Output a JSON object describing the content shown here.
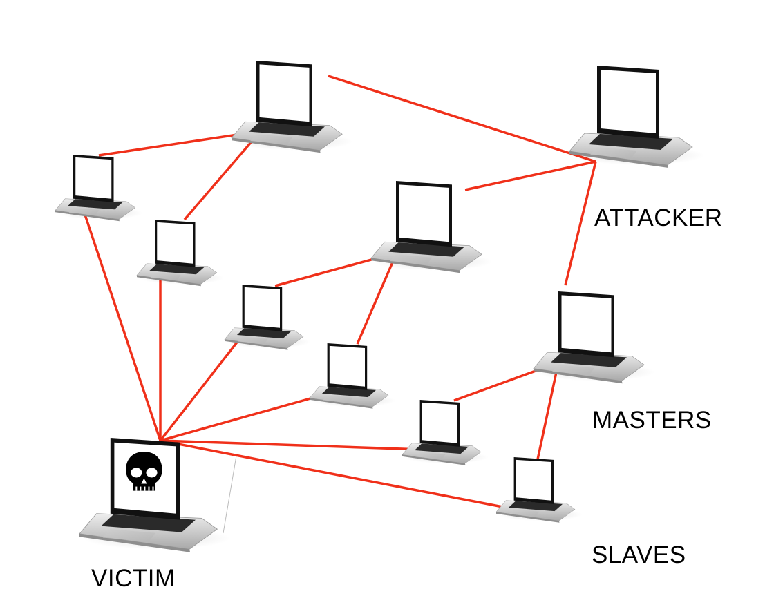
{
  "title": "DDoS Attack Network Diagram",
  "colors": {
    "link": "#f0301a",
    "screen_bezel": "#111111",
    "screen": "#ffffff",
    "body_light": "#e4e4e4",
    "body_dark": "#a8a8a8",
    "keyboard": "#2a2a2a",
    "label_text": "#000000"
  },
  "labels": {
    "attacker": "ATTACKER",
    "masters": "MASTERS",
    "slaves": "SLAVES",
    "victim": "VICTIM"
  },
  "nodes": [
    {
      "id": "attacker",
      "role": "attacker",
      "screen_icon": "none"
    },
    {
      "id": "top-center",
      "role": "node",
      "screen_icon": "none"
    },
    {
      "id": "left-upper",
      "role": "node",
      "screen_icon": "none"
    },
    {
      "id": "left-middle",
      "role": "node",
      "screen_icon": "none"
    },
    {
      "id": "master-center",
      "role": "master",
      "screen_icon": "none"
    },
    {
      "id": "center-left",
      "role": "node",
      "screen_icon": "none"
    },
    {
      "id": "center-lower",
      "role": "node",
      "screen_icon": "none"
    },
    {
      "id": "master-right",
      "role": "master",
      "screen_icon": "none"
    },
    {
      "id": "slave-mid",
      "role": "slave",
      "screen_icon": "none"
    },
    {
      "id": "slave-right",
      "role": "slave",
      "screen_icon": "none"
    },
    {
      "id": "victim",
      "role": "victim",
      "screen_icon": "skull-icon"
    }
  ],
  "links": [
    {
      "from": "top-center",
      "to": "attacker"
    },
    {
      "from": "master-center",
      "to": "attacker"
    },
    {
      "from": "master-right",
      "to": "attacker"
    },
    {
      "from": "left-upper",
      "to": "top-center"
    },
    {
      "from": "left-middle",
      "to": "top-center"
    },
    {
      "from": "center-left",
      "to": "master-center"
    },
    {
      "from": "center-lower",
      "to": "master-center"
    },
    {
      "from": "slave-mid",
      "to": "master-right"
    },
    {
      "from": "slave-right",
      "to": "master-right"
    },
    {
      "from": "left-upper",
      "to": "victim"
    },
    {
      "from": "left-middle",
      "to": "victim"
    },
    {
      "from": "center-left",
      "to": "victim"
    },
    {
      "from": "center-lower",
      "to": "victim"
    },
    {
      "from": "slave-mid",
      "to": "victim"
    },
    {
      "from": "slave-right",
      "to": "victim"
    }
  ]
}
